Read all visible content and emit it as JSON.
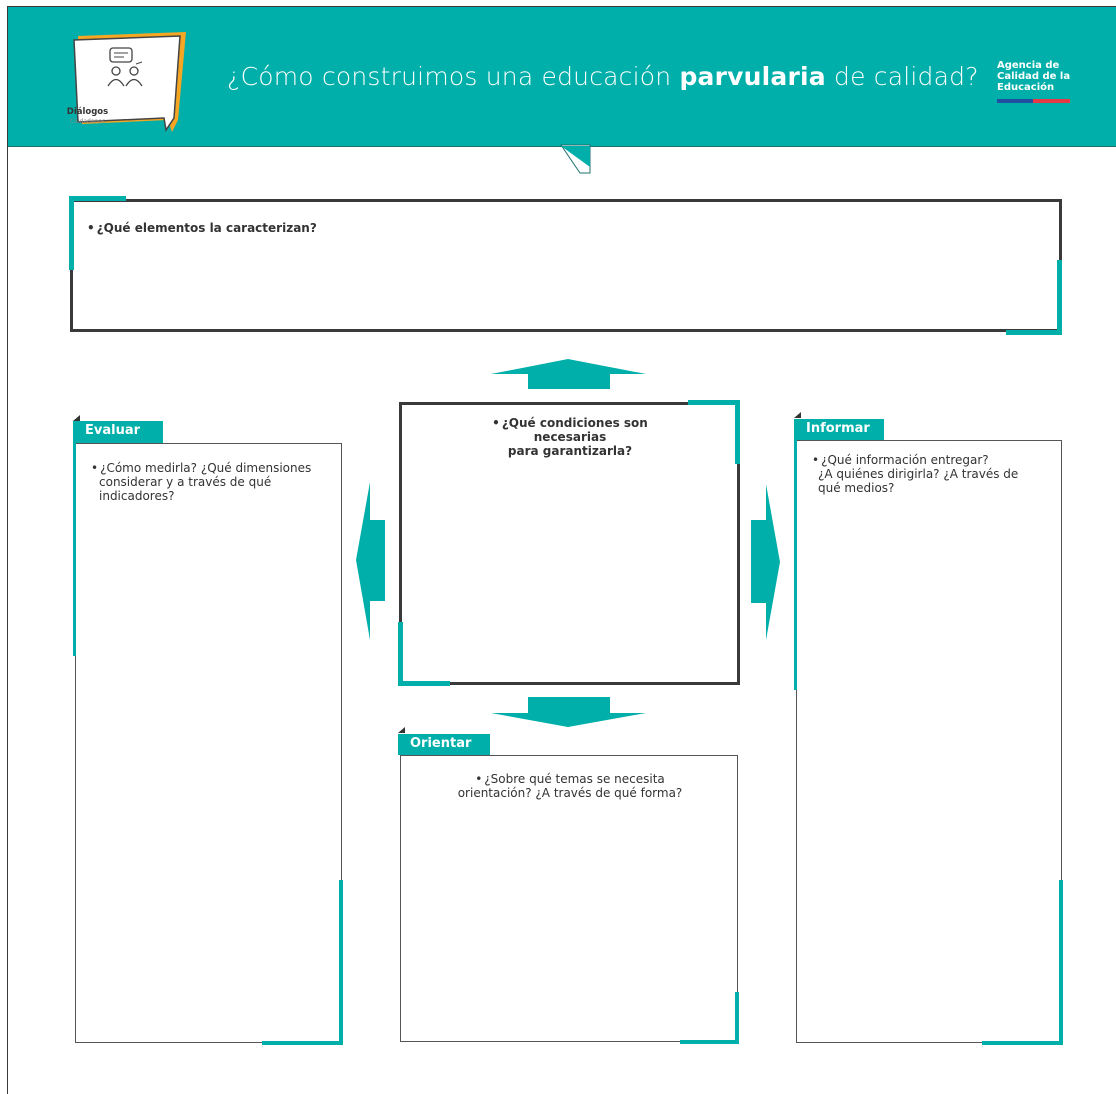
{
  "header": {
    "title_before": "¿Cómo construimos una educación ",
    "title_bold": "parvularia",
    "title_after": " de calidad?",
    "logo": {
      "title": "Diálogos",
      "subtitle": "Ciudadanos",
      "icon": "dialogue-people-icon"
    },
    "agency": {
      "line1": "Agencia de",
      "line2": "Calidad de la",
      "line3": "Educación"
    }
  },
  "colors": {
    "accent": "#00afa9",
    "frame": "#3a3a3a",
    "agency_blue": "#1e4fa0",
    "agency_red": "#e63946"
  },
  "sections": {
    "top": {
      "question": "¿Qué elementos la caracterizan?"
    },
    "center": {
      "question_line1": "¿Qué condiciones son necesarias",
      "question_line2": "para garantizarla?"
    },
    "evaluar": {
      "label": "Evaluar",
      "line1": "¿Cómo medirla? ¿Qué dimensiones",
      "line2": "considerar y a través de qué",
      "line3": "indicadores?"
    },
    "informar": {
      "label": "Informar",
      "line1": "¿Qué información entregar?",
      "line2": "¿A quiénes dirigirla? ¿A través de",
      "line3": "qué medios?"
    },
    "orientar": {
      "label": "Orientar",
      "line1": "¿Sobre qué temas se necesita",
      "line2": "orientación? ¿A través de qué forma?"
    }
  },
  "bullet": "•"
}
